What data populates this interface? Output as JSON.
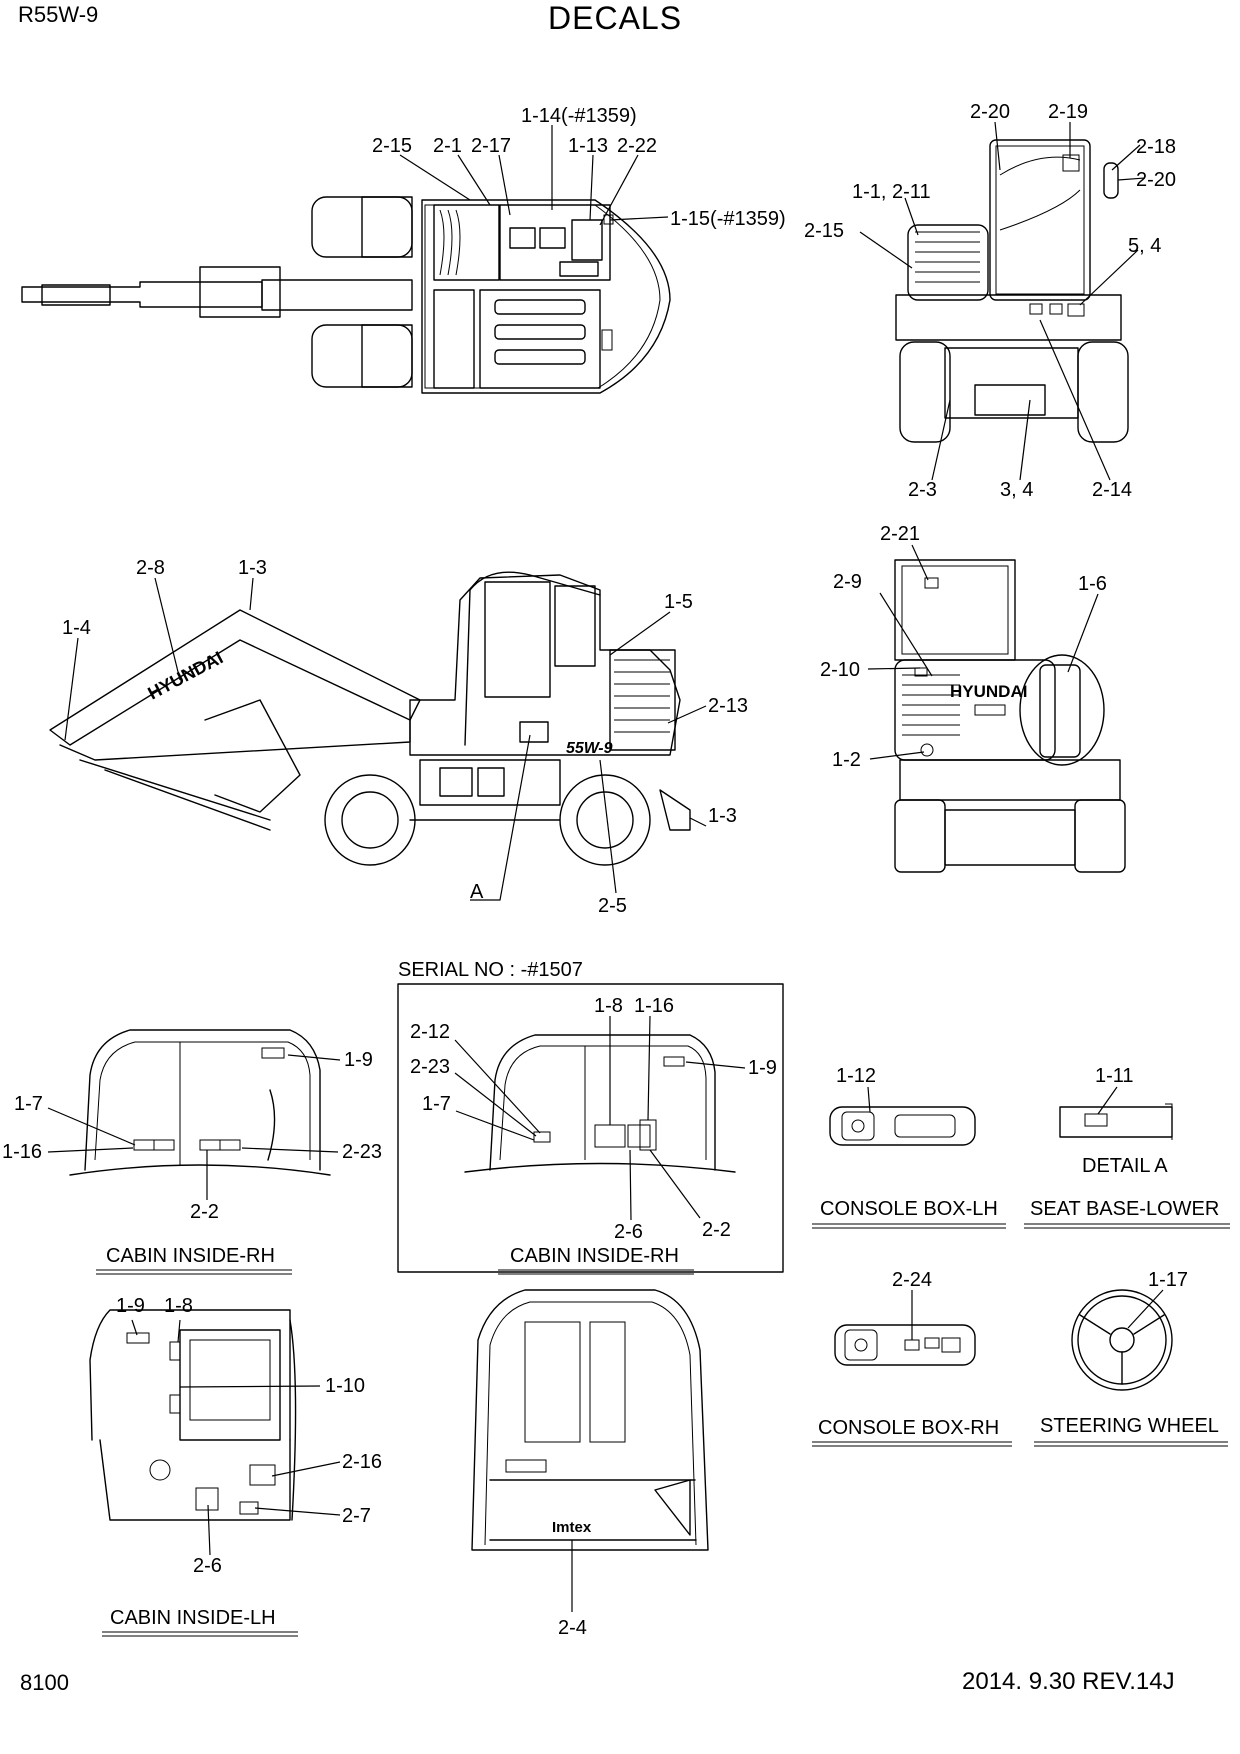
{
  "header": {
    "model": "R55W-9",
    "title": "DECALS"
  },
  "footer": {
    "page_number": "8100",
    "revision": "2014. 9.30  REV.14J"
  },
  "serial_box_title": "SERIAL NO : -#1507",
  "views": {
    "top_view": [
      "2-15",
      "2-1",
      "2-17",
      "1-14(-#1359)",
      "1-13",
      "2-22",
      "1-15(-#1359)"
    ],
    "rear_view": [
      "2-20",
      "2-19",
      "2-18",
      "2-20",
      "1-1, 2-11",
      "2-15",
      "5, 4",
      "2-3",
      "3, 4",
      "2-14"
    ],
    "side_view": [
      "2-8",
      "1-3",
      "1-4",
      "1-5",
      "2-13",
      "1-3",
      "A",
      "2-5"
    ],
    "front_view": [
      "2-21",
      "2-9",
      "1-6",
      "2-10",
      "1-2"
    ],
    "cabin_rh": [
      "1-9",
      "1-7",
      "1-16",
      "2-23",
      "2-2"
    ],
    "cabin_rh_serial": [
      "1-8",
      "1-16",
      "2-12",
      "2-23",
      "1-7",
      "1-9",
      "2-6",
      "2-2"
    ],
    "console_lh": [
      "1-12"
    ],
    "seat_base": [
      "1-11"
    ],
    "cabin_lh": [
      "1-9",
      "1-8",
      "1-10",
      "2-16",
      "2-7",
      "2-6"
    ],
    "cabin_door": [
      "2-4"
    ],
    "console_rh": [
      "2-24"
    ],
    "steering": [
      "1-17"
    ]
  },
  "captions": {
    "cabin_inside_rh": "CABIN INSIDE-RH",
    "cabin_inside_rh_2": "CABIN INSIDE-RH",
    "console_box_lh": "CONSOLE BOX-LH",
    "seat_base_lower": "SEAT BASE-LOWER",
    "detail_a": "DETAIL A",
    "cabin_inside_lh": "CABIN INSIDE-LH",
    "console_box_rh": "CONSOLE BOX-RH",
    "steering_wheel": "STEERING WHEEL"
  },
  "decal_texts": {
    "boom_brand": "HYUNDAI",
    "counterweight_brand": "HYUNDAI",
    "side_model": "55W-9",
    "door_brand": "Imtex"
  }
}
